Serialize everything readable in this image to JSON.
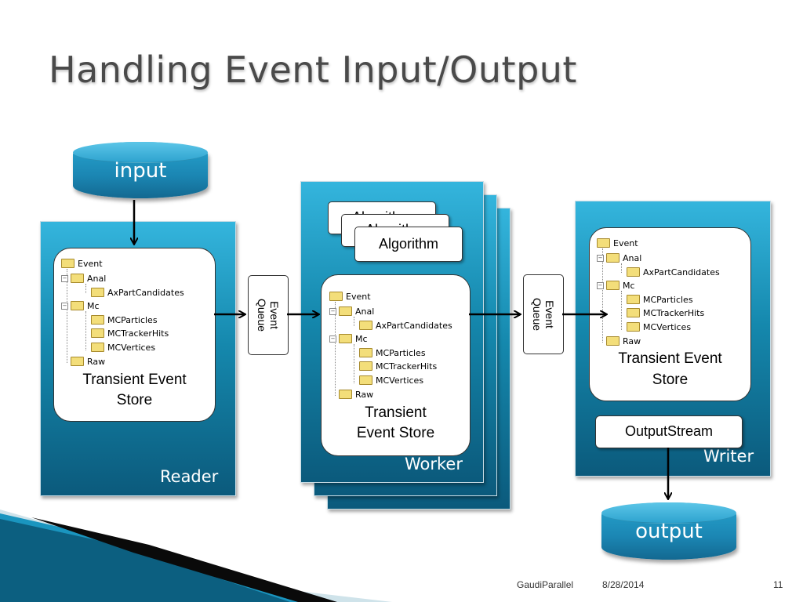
{
  "slide": {
    "title": "Handling Event Input/Output",
    "footer": {
      "presentation": "GaudiParallel",
      "date": "8/28/2014",
      "page": "11"
    }
  },
  "colors": {
    "accent": "#1588ad",
    "panel_dark": "#0b5a7c",
    "title_text": "#4a4a4a"
  },
  "input": "input",
  "output": "output",
  "queue": {
    "line1": "Event",
    "line2": "Queue"
  },
  "reader": {
    "label": "Reader",
    "store": {
      "label_line1": "Transient Event",
      "label_line2": "Store"
    }
  },
  "worker": {
    "label": "Worker",
    "algorithms": [
      "Algorithm",
      "Algorithm",
      "Algorithm"
    ],
    "store": {
      "label_line1": "Transient",
      "label_line2": "Event Store"
    }
  },
  "writer": {
    "label": "Writer",
    "store": {
      "label_line1": "Transient Event",
      "label_line2": "Store"
    },
    "output_stream": "OutputStream"
  },
  "tree": {
    "event": "Event",
    "anal": "Anal",
    "ax": "AxPartCandidates",
    "mc": "Mc",
    "mcparticles": "MCParticles",
    "mctrackerhits": "MCTrackerHits",
    "mcvertices": "MCVertices",
    "raw": "Raw"
  }
}
